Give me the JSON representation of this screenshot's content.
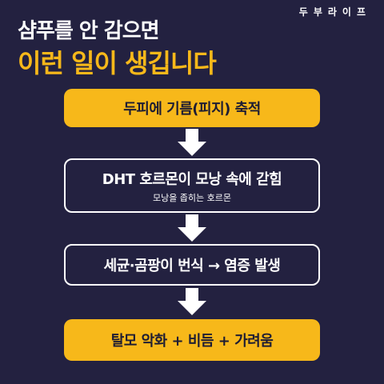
{
  "brand": "두부라이프",
  "headline": {
    "line1": "샴푸를 안 감으면",
    "line2": "이런 일이 생깁니다"
  },
  "steps": [
    {
      "main": "두피에 기름(피지) 축적"
    },
    {
      "main": "DHT 호르몬이 모낭 속에 갇힘",
      "sub": "모낭을 좁히는 호르몬"
    },
    {
      "main": "세균·곰팡이 번식 → 염증 발생"
    },
    {
      "main": "탈모 악화 + 비듬 + 가려움"
    }
  ],
  "colors": {
    "background": "#232140",
    "accent": "#f7b81a",
    "text": "#ffffff"
  }
}
